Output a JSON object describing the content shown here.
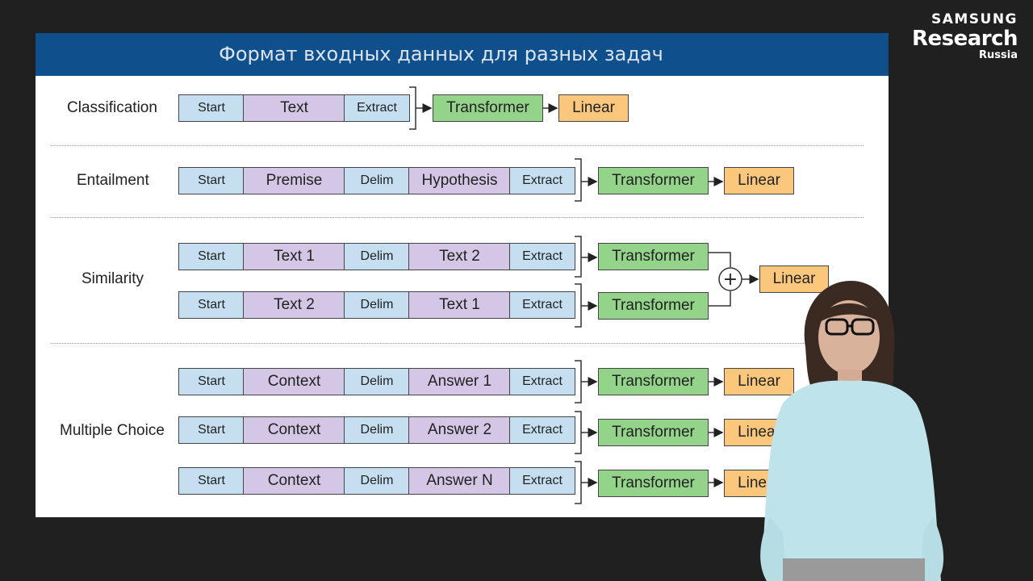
{
  "logo": {
    "brand": "SAMSUNG",
    "name": "Research",
    "region": "Russia"
  },
  "slide": {
    "title": "Формат входных данных для разных задач",
    "tasks": {
      "classification": {
        "label": "Classification",
        "tokens": [
          "Start",
          "Text",
          "Extract"
        ],
        "model": "Transformer",
        "head": "Linear"
      },
      "entailment": {
        "label": "Entailment",
        "tokens": [
          "Start",
          "Premise",
          "Delim",
          "Hypothesis",
          "Extract"
        ],
        "model": "Transformer",
        "head": "Linear"
      },
      "similarity": {
        "label": "Similarity",
        "rows": [
          {
            "tokens": [
              "Start",
              "Text 1",
              "Delim",
              "Text 2",
              "Extract"
            ],
            "model": "Transformer"
          },
          {
            "tokens": [
              "Start",
              "Text 2",
              "Delim",
              "Text 1",
              "Extract"
            ],
            "model": "Transformer"
          }
        ],
        "combine_symbol": "+",
        "head": "Linear"
      },
      "multiple_choice": {
        "label": "Multiple Choice",
        "rows": [
          {
            "tokens": [
              "Start",
              "Context",
              "Delim",
              "Answer 1",
              "Extract"
            ],
            "model": "Transformer",
            "head": "Linear"
          },
          {
            "tokens": [
              "Start",
              "Context",
              "Delim",
              "Answer 2",
              "Extract"
            ],
            "model": "Transformer",
            "head": "Linear"
          },
          {
            "tokens": [
              "Start",
              "Context",
              "Delim",
              "Answer N",
              "Extract"
            ],
            "model": "Transformer",
            "head": "Linear"
          }
        ]
      }
    }
  },
  "colors": {
    "header": "#0f4f8b",
    "start_extract_delim": "#c5dff1",
    "text_tokens": "#d4c6e5",
    "transformer": "#93d38a",
    "linear": "#fbc77c"
  }
}
